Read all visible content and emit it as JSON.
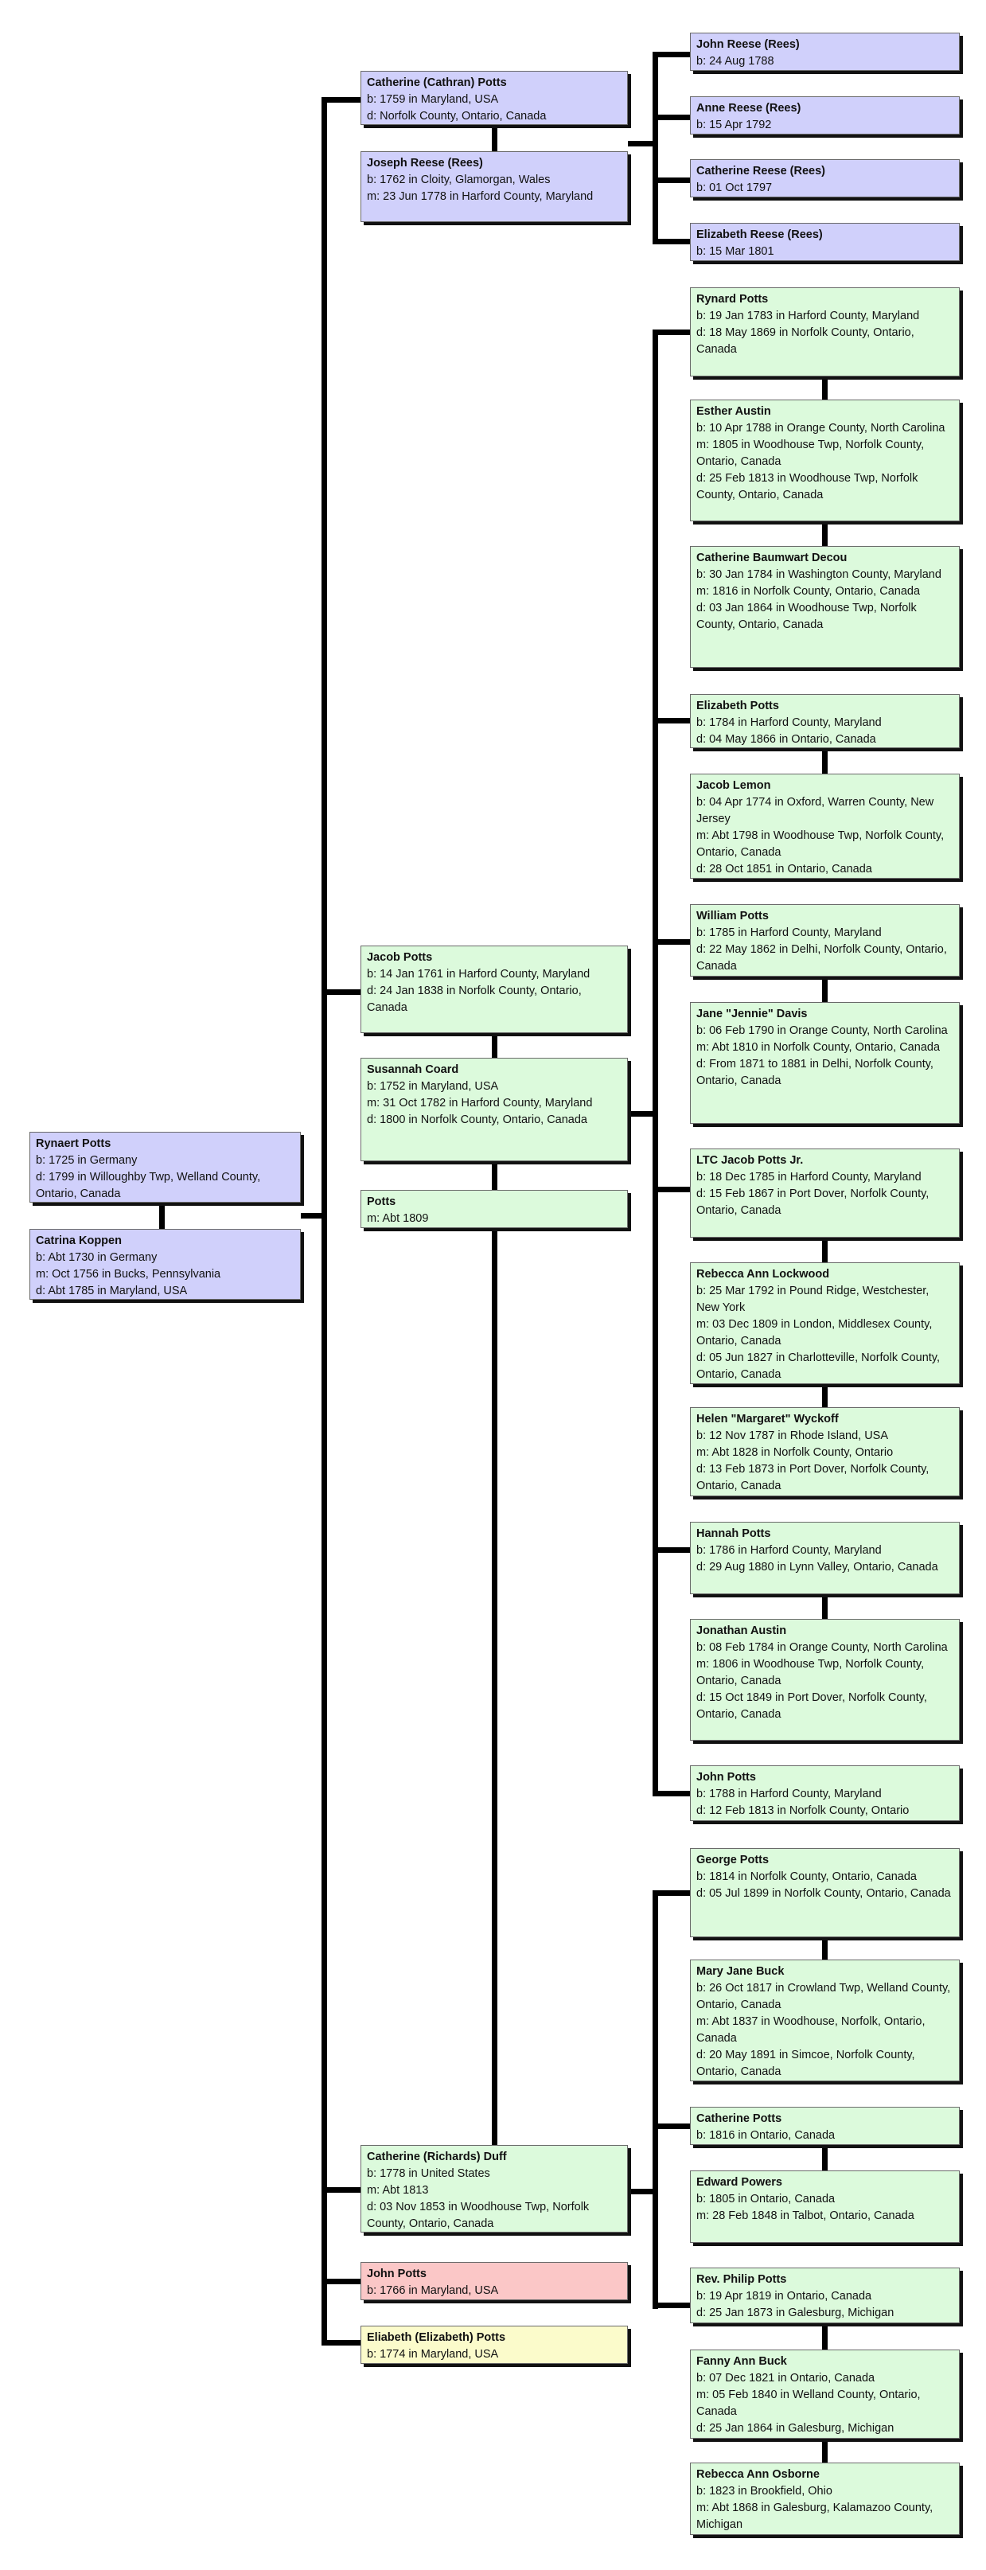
{
  "colors": {
    "ancestor": "#d0d0fb",
    "descendant": "#dcfadc",
    "highlight": "#fbc7c7",
    "note": "#fbfbcb",
    "line": "#000000"
  },
  "people": [
    {
      "id": "rynaert",
      "color": "ancestor",
      "name": "Rynaert Potts",
      "lines": [
        "b: 1725 in Germany",
        "d: 1799 in Willoughby Twp, Welland County, Ontario, Canada"
      ]
    },
    {
      "id": "catrina",
      "color": "ancestor",
      "name": "Catrina Koppen",
      "lines": [
        "b: Abt 1730 in Germany",
        "m: Oct 1756 in Bucks, Pennsylvania",
        "d: Abt 1785 in Maryland, USA"
      ]
    },
    {
      "id": "catherine_cathran",
      "color": "ancestor",
      "name": "Catherine (Cathran) Potts",
      "lines": [
        "b: 1759 in Maryland, USA",
        "d: Norfolk County, Ontario, Canada"
      ]
    },
    {
      "id": "joseph_reese",
      "color": "ancestor",
      "name": "Joseph Reese (Rees)",
      "lines": [
        "b: 1762 in Cloity, Glamorgan, Wales",
        "m: 23 Jun 1778 in Harford County, Maryland"
      ]
    },
    {
      "id": "john_reese",
      "color": "ancestor",
      "name": "John Reese (Rees)",
      "lines": [
        "b: 24 Aug 1788"
      ]
    },
    {
      "id": "anne_reese",
      "color": "ancestor",
      "name": "Anne Reese (Rees)",
      "lines": [
        "b: 15 Apr 1792"
      ]
    },
    {
      "id": "catherine_reese",
      "color": "ancestor",
      "name": "Catherine Reese (Rees)",
      "lines": [
        "b: 01 Oct 1797"
      ]
    },
    {
      "id": "elizabeth_reese",
      "color": "ancestor",
      "name": "Elizabeth Reese (Rees)",
      "lines": [
        "b: 15 Mar 1801"
      ]
    },
    {
      "id": "jacob_potts",
      "color": "descendant",
      "name": "Jacob Potts",
      "lines": [
        "b: 14 Jan 1761 in Harford County, Maryland",
        "d: 24 Jan 1838 in Norfolk County, Ontario, Canada"
      ]
    },
    {
      "id": "susannah_coard",
      "color": "descendant",
      "name": "Susannah Coard",
      "lines": [
        "b: 1752 in Maryland, USA",
        "m: 31 Oct 1782 in Harford County, Maryland",
        "d: 1800 in Norfolk County, Ontario, Canada"
      ]
    },
    {
      "id": "potts_spouse",
      "color": "descendant",
      "name": "Potts",
      "lines": [
        "m: Abt 1809"
      ]
    },
    {
      "id": "catherine_duff",
      "color": "descendant",
      "name": "Catherine (Richards) Duff",
      "lines": [
        "b: 1778 in United States",
        "m: Abt 1813",
        "d: 03 Nov 1853 in Woodhouse Twp, Norfolk County, Ontario, Canada"
      ]
    },
    {
      "id": "john_potts_1766",
      "color": "highlight",
      "name": "John Potts",
      "lines": [
        "b: 1766 in Maryland, USA"
      ]
    },
    {
      "id": "elizabeth_potts_1774",
      "color": "note",
      "name": "Eliabeth (Elizabeth) Potts",
      "lines": [
        "b: 1774 in Maryland, USA"
      ]
    },
    {
      "id": "rynard_potts",
      "color": "descendant",
      "name": "Rynard Potts",
      "lines": [
        "b: 19 Jan 1783 in Harford County, Maryland",
        "d: 18 May 1869 in Norfolk County, Ontario, Canada"
      ]
    },
    {
      "id": "esther_austin",
      "color": "descendant",
      "name": "Esther Austin",
      "lines": [
        "b: 10 Apr 1788 in Orange County, North Carolina",
        "m: 1805 in Woodhouse Twp, Norfolk County, Ontario, Canada",
        "d: 25 Feb 1813 in Woodhouse Twp, Norfolk County, Ontario, Canada"
      ]
    },
    {
      "id": "catherine_decou",
      "color": "descendant",
      "name": "Catherine Baumwart Decou",
      "lines": [
        "b: 30 Jan 1784 in Washington County, Maryland",
        "m: 1816 in Norfolk County, Ontario, Canada",
        "d: 03 Jan 1864 in Woodhouse Twp, Norfolk County, Ontario, Canada"
      ]
    },
    {
      "id": "elizabeth_potts_1784",
      "color": "descendant",
      "name": "Elizabeth Potts",
      "lines": [
        "b: 1784 in Harford County, Maryland",
        "d: 04 May 1866 in Ontario, Canada"
      ]
    },
    {
      "id": "jacob_lemon",
      "color": "descendant",
      "name": "Jacob Lemon",
      "lines": [
        "b: 04 Apr 1774 in Oxford, Warren County, New Jersey",
        "m: Abt 1798 in Woodhouse Twp, Norfolk County, Ontario, Canada",
        "d: 28 Oct 1851 in Ontario, Canada"
      ]
    },
    {
      "id": "william_potts",
      "color": "descendant",
      "name": "William Potts",
      "lines": [
        "b: 1785 in Harford County, Maryland",
        "d: 22 May 1862 in Delhi, Norfolk County, Ontario, Canada"
      ]
    },
    {
      "id": "jane_davis",
      "color": "descendant",
      "name": "Jane \"Jennie\" Davis",
      "lines": [
        "b: 06 Feb 1790 in Orange County, North Carolina",
        "m: Abt 1810 in Norfolk County, Ontario, Canada",
        "d: From 1871 to 1881 in Delhi, Norfolk County, Ontario, Canada"
      ]
    },
    {
      "id": "ltc_jacob",
      "color": "descendant",
      "name": "LTC Jacob Potts Jr.",
      "lines": [
        "b: 18 Dec 1785 in Harford County, Maryland",
        "d: 15 Feb 1867 in Port Dover, Norfolk County, Ontario, Canada"
      ]
    },
    {
      "id": "rebecca_lockwood",
      "color": "descendant",
      "name": "Rebecca Ann Lockwood",
      "lines": [
        "b: 25 Mar 1792 in Pound Ridge, Westchester, New York",
        "m: 03 Dec 1809 in London, Middlesex County, Ontario, Canada",
        "d: 05 Jun 1827 in Charlotteville, Norfolk County, Ontario, Canada"
      ]
    },
    {
      "id": "helen_wyckoff",
      "color": "descendant",
      "name": "Helen \"Margaret\" Wyckoff",
      "lines": [
        "b: 12 Nov 1787 in Rhode Island, USA",
        "m: Abt 1828 in Norfolk County, Ontario",
        "d: 13 Feb 1873 in Port Dover, Norfolk County, Ontario, Canada"
      ]
    },
    {
      "id": "hannah_potts",
      "color": "descendant",
      "name": "Hannah Potts",
      "lines": [
        "b: 1786 in Harford County, Maryland",
        "d: 29 Aug 1880 in Lynn Valley, Ontario, Canada"
      ]
    },
    {
      "id": "jonathan_austin",
      "color": "descendant",
      "name": "Jonathan Austin",
      "lines": [
        "b: 08 Feb 1784 in Orange County, North Carolina",
        "m: 1806 in Woodhouse Twp, Norfolk County, Ontario, Canada",
        "d: 15 Oct 1849 in Port Dover, Norfolk County, Ontario, Canada"
      ]
    },
    {
      "id": "john_potts_1788",
      "color": "descendant",
      "name": "John Potts",
      "lines": [
        "b: 1788 in Harford County, Maryland",
        "d: 12 Feb 1813 in Norfolk County, Ontario"
      ]
    },
    {
      "id": "george_potts",
      "color": "descendant",
      "name": "George Potts",
      "lines": [
        "b: 1814 in Norfolk County, Ontario, Canada",
        "d: 05 Jul 1899 in Norfolk County, Ontario, Canada"
      ]
    },
    {
      "id": "mary_jane_buck",
      "color": "descendant",
      "name": "Mary Jane Buck",
      "lines": [
        "b: 26 Oct 1817 in Crowland Twp, Welland County, Ontario, Canada",
        "m: Abt 1837 in Woodhouse, Norfolk, Ontario, Canada",
        "d: 20 May 1891 in Simcoe, Norfolk County, Ontario, Canada"
      ]
    },
    {
      "id": "catherine_potts_1816",
      "color": "descendant",
      "name": "Catherine Potts",
      "lines": [
        "b: 1816 in Ontario, Canada"
      ]
    },
    {
      "id": "edward_powers",
      "color": "descendant",
      "name": "Edward Powers",
      "lines": [
        "b: 1805 in Ontario, Canada",
        "m: 28 Feb 1848 in Talbot, Ontario, Canada"
      ]
    },
    {
      "id": "philip_potts",
      "color": "descendant",
      "name": "Rev. Philip Potts",
      "lines": [
        "b: 19 Apr 1819 in Ontario, Canada",
        "d: 25 Jan 1873 in Galesburg, Michigan"
      ]
    },
    {
      "id": "fanny_buck",
      "color": "descendant",
      "name": "Fanny Ann Buck",
      "lines": [
        "b: 07 Dec 1821 in Ontario, Canada",
        "m: 05 Feb 1840 in Welland County, Ontario, Canada",
        "d: 25 Jan 1864 in Galesburg, Michigan"
      ]
    },
    {
      "id": "rebecca_osborne",
      "color": "descendant",
      "name": "Rebecca Ann Osborne",
      "lines": [
        "b: 1823 in Brookfield, Ohio",
        "m: Abt 1868 in Galesburg, Kalamazoo County, Michigan"
      ]
    }
  ]
}
